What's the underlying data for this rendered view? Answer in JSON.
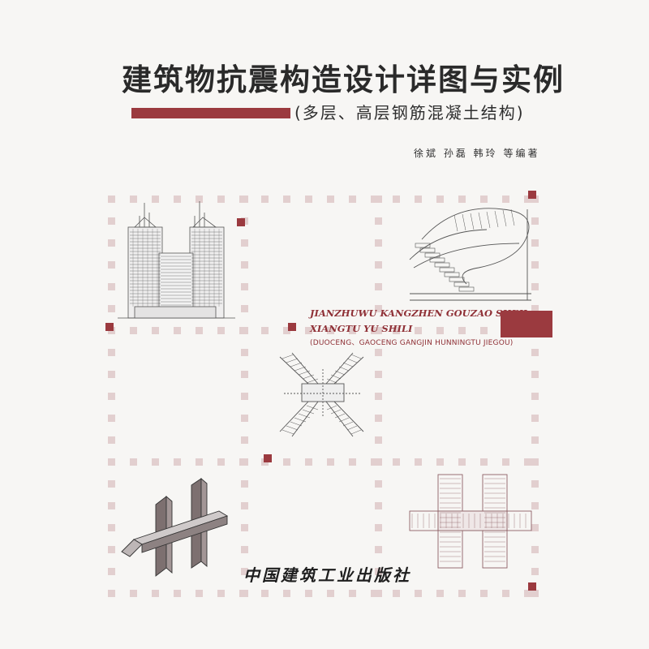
{
  "book": {
    "title": "建筑物抗震构造设计详图与实例",
    "subtitle": "(多层、高层钢筋混凝土结构)",
    "authors": "徐斌  孙磊  韩玲  等编著",
    "pinyin_line1": "JIANZHUWU KANGZHEN GOUZAO SHEJI",
    "pinyin_line2": "XIANGTU YU SHILI",
    "pinyin_subtitle": "(DUOCENG、GAOCENG GANGJIN HUNNINGTU JIEGOU)",
    "publisher": "中国建筑工业出版社"
  },
  "colors": {
    "background": "#f7f6f4",
    "accent_red": "#9b3a3f",
    "dot_pink": "#e2cfcf",
    "dot_dark": "#9b3a3f",
    "line_drawing": "#555555"
  },
  "illustrations": [
    "high-rise-twin-tower-elevation",
    "spiral-staircase",
    "x-shaped-staircase-plan",
    "beam-column-joint-3d",
    "cross-shaped-floor-plan"
  ]
}
